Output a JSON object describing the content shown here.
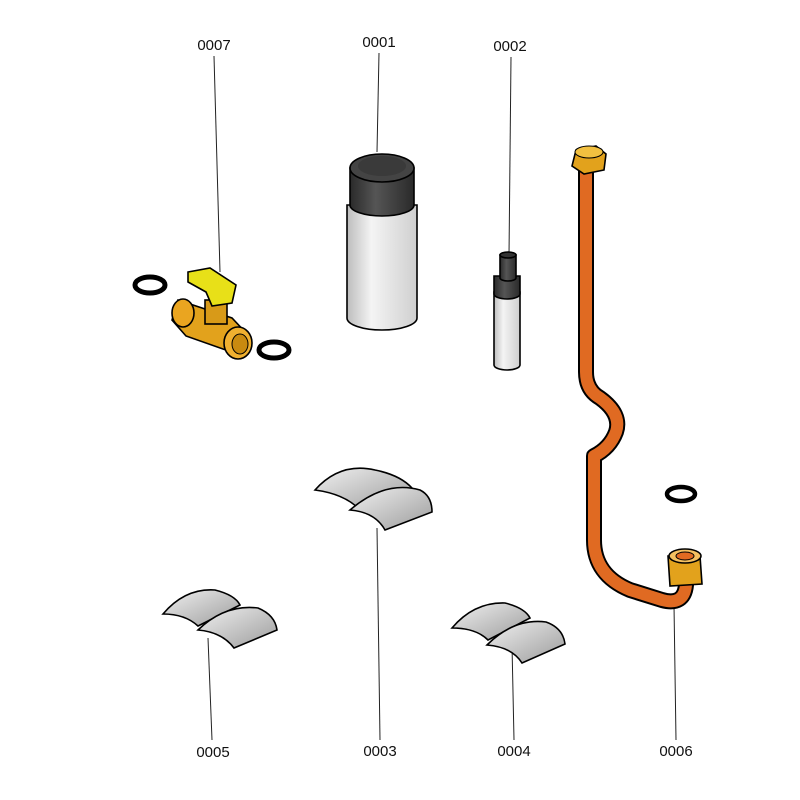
{
  "parts": [
    {
      "id": "valve",
      "label": "0007"
    },
    {
      "id": "spray-can",
      "label": "0001"
    },
    {
      "id": "tube",
      "label": "0002"
    },
    {
      "id": "pad-small-left",
      "label": "0005"
    },
    {
      "id": "pad-large",
      "label": "0003"
    },
    {
      "id": "pad-small-right",
      "label": "0004"
    },
    {
      "id": "pipe",
      "label": "0006"
    }
  ],
  "colors": {
    "brass": "#e2a21c",
    "handle": "#e8e018",
    "copper": "#e06a22",
    "can_body": "#e4e4e4",
    "can_cap": "#3a3a3a",
    "pad": "#c8c8c8"
  }
}
